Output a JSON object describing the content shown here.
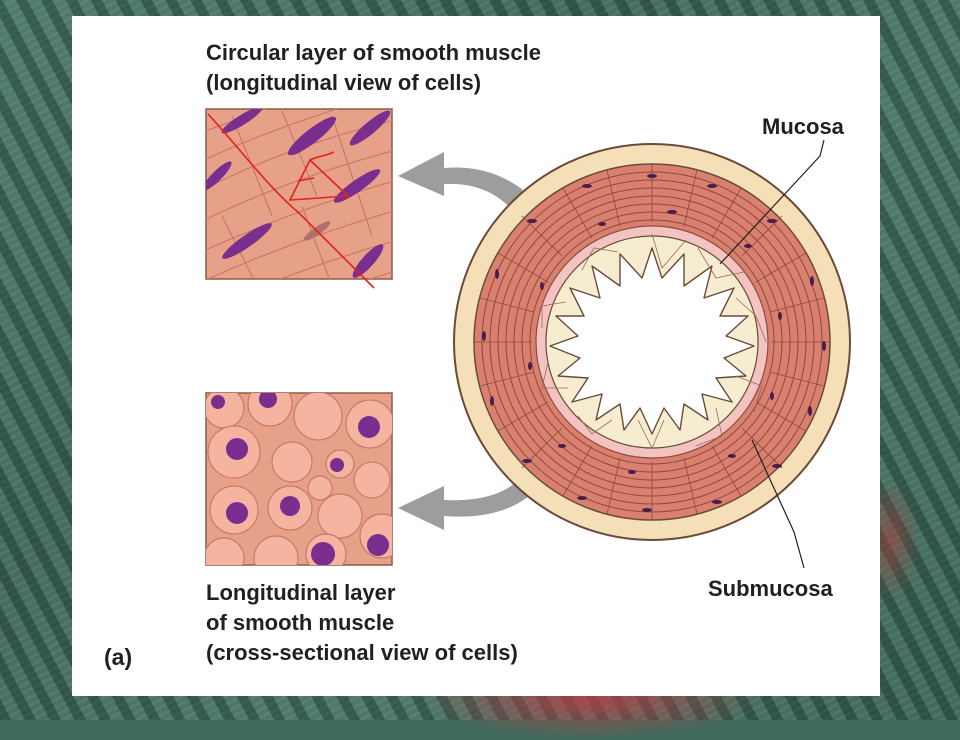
{
  "figure": {
    "top_view_label": [
      "Circular layer of smooth muscle",
      "(longitudinal view of cells)"
    ],
    "bottom_view_label": [
      "Longitudinal layer",
      "of smooth muscle",
      "(cross-sectional view of cells)"
    ],
    "mucosa_label": "Mucosa",
    "submucosa_label": "Submucosa",
    "figure_letter": "(a)"
  },
  "colors": {
    "panel_bg": "#ffffff",
    "muscle_tissue": "#e8a189",
    "nucleus": "#7a2f8e",
    "serosa": "#f4dfb6",
    "submucosa": "#f2c3c1",
    "mucosa_fold": "#f6ecd0",
    "arrow": "#9d9d9d",
    "annotation": "#e2231a"
  }
}
